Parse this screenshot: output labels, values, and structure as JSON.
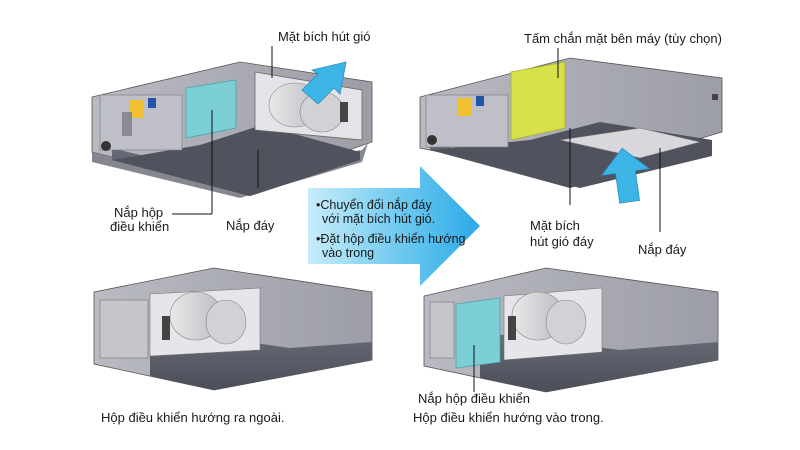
{
  "labels": {
    "tl_flange": "Mặt bích hút gió",
    "tl_box_cover_1": "Nắp hộp",
    "tl_box_cover_2": "điều khiển",
    "tl_bottom_cover": "Nắp đáy",
    "tr_side_panel": "Tấm chắn mặt bên máy (tùy chọn)",
    "tr_flange_1": "Mặt bích",
    "tr_flange_2": "hút gió đáy",
    "tr_bottom_cover": "Nắp đáy",
    "br_box_cover": "Nắp hộp điều khiển",
    "caption_left": "Hộp điều khiển hướng ra ngoài.",
    "caption_right": "Hộp điều khiển hướng vào trong."
  },
  "arrow_text": [
    "•Chuyển đổi nắp đáy",
    "với mặt bích hút gió.",
    "•Đặt hộp điều khiển hướng",
    "vào trong"
  ],
  "colors": {
    "control_box_cyan": "#7ccfd4",
    "side_panel_yellow": "#d8e04a",
    "airflow_arrow": "#3cb4e6",
    "big_arrow_gradient": [
      "#2aa9e8",
      "#bfe8f8"
    ],
    "unit_bottom": "#5a5d68",
    "unit_side": "#a9aab2"
  }
}
